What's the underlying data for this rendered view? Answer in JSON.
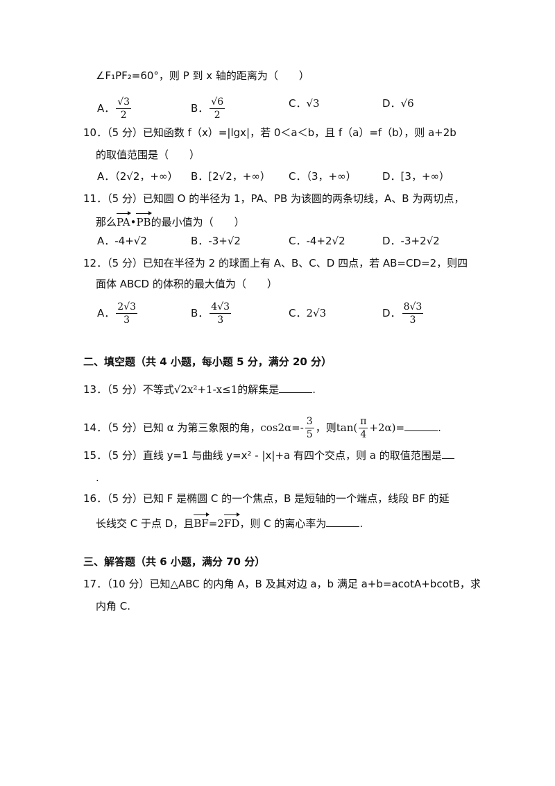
{
  "q9_tail": "∠F₁PF₂=60°，则 P 到 x 轴的距离为（　　）",
  "q9_opts": {
    "a": "A．",
    "a_num": "√3",
    "a_den": "2",
    "b": "B．",
    "b_num": "√6",
    "b_den": "2",
    "c": "C．",
    "c_val": "√3",
    "d": "D．",
    "d_val": "√6"
  },
  "q10_line1": "10．（5 分）已知函数 f（x）=|lgx|，若 0＜a＜b，且 f（a）=f（b），则 a+2b",
  "q10_line2": "的取值范围是（　　）",
  "q10_opts": {
    "a": "A．（2√2，+∞）",
    "b": "B．[2√2，+∞）",
    "c": "C．（3，+∞）",
    "d": "D．[3，+∞）"
  },
  "q11_line1": "11．（5 分）已知圆 O 的半径为 1，PA、PB 为该圆的两条切线，A、B 为两切点，",
  "q11_line2_pre": "那么",
  "q11_vec1": "PA",
  "q11_dot": "•",
  "q11_vec2": "PB",
  "q11_line2_post": "的最小值为（　　）",
  "q11_opts": {
    "a": "A．-4+√2",
    "b": "B．-3+√2",
    "c": "C．-4+2√2",
    "d": "D．-3+2√2"
  },
  "q12_line1": "12．（5 分）已知在半径为 2 的球面上有 A、B、C、D 四点，若 AB=CD=2，则四",
  "q12_line2": "面体 ABCD 的体积的最大值为（　　）",
  "q12_opts": {
    "a": "A．",
    "a_num": "2√3",
    "a_den": "3",
    "b": "B．",
    "b_num": "4√3",
    "b_den": "3",
    "c": "C．",
    "c_val": "2√3",
    "d": "D．",
    "d_num": "8√3",
    "d_den": "3"
  },
  "section2": "二、填空题（共 4 小题，每小题 5 分，满分 20 分）",
  "q13_pre": "13．（5 分）不等式",
  "q13_math": "√2x²+1-x≤1",
  "q13_post": "的解集是",
  "q13_end": ".",
  "q14_pre": "14．（5 分）已知 α 为第三象限的角，",
  "q14_cos": "cos2α=-",
  "q14_num": "3",
  "q14_den": "5",
  "q14_mid": "，则",
  "q14_tan": "tan(",
  "q14_pi": "π",
  "q14_four": "4",
  "q14_tan2": "+2α)=",
  "q14_end": ".",
  "q15_line1": "15．（5 分）直线 y=1 与曲线 y=x² - |x|+a 有四个交点，则 a 的取值范围是",
  "q15_line2": ".",
  "q16_line1": "16．（5 分）已知 F 是椭圆 C 的一个焦点，B 是短轴的一个端点，线段 BF 的延",
  "q16_line2_pre": "长线交 C 于点 D，且",
  "q16_vec1": "BF",
  "q16_eq": "=2",
  "q16_vec2": "FD",
  "q16_line2_post": "，则 C 的离心率为",
  "q16_end": ".",
  "section3": "三、解答题（共 6 小题，满分 70 分）",
  "q17_line1": "17．（10 分）已知△ABC 的内角 A，B 及其对边 a，b 满足 a+b=acotA+bcotB，求",
  "q17_line2": "内角 C."
}
